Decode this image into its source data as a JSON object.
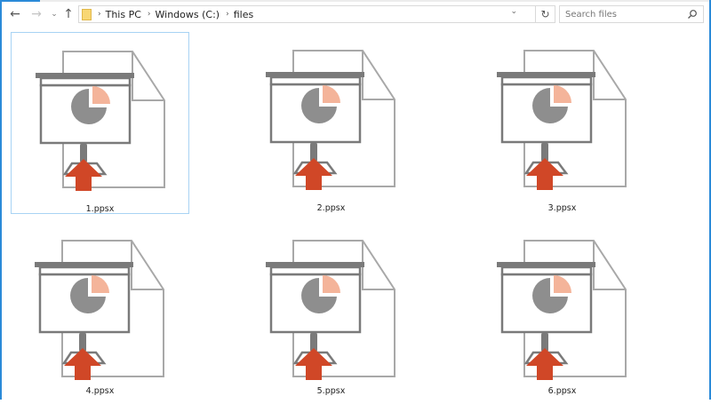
{
  "window": {
    "frame_color": "#2b8ad8"
  },
  "nav": {
    "back_icon": "arrow-left-icon",
    "forward_icon": "arrow-right-icon",
    "recent_icon": "chevron-down-icon",
    "up_icon": "arrow-up-icon",
    "glyphs": {
      "back": "←",
      "forward": "→",
      "recent": "⌄",
      "up": "↑",
      "dropdown": "⌄",
      "refresh": "↻"
    }
  },
  "address_bar": {
    "breadcrumbs": [
      {
        "label": "This PC"
      },
      {
        "label": "Windows (C:)"
      },
      {
        "label": "files"
      }
    ],
    "separator": "›"
  },
  "search": {
    "placeholder": "Search files",
    "value": ""
  },
  "files": [
    {
      "name": "1.ppsx",
      "selected": true
    },
    {
      "name": "2.ppsx",
      "selected": false
    },
    {
      "name": "3.ppsx",
      "selected": false
    },
    {
      "name": "4.ppsx",
      "selected": false
    },
    {
      "name": "5.ppsx",
      "selected": false
    },
    {
      "name": "6.ppsx",
      "selected": false
    }
  ],
  "icon_colors": {
    "outline": "#a8a8a8",
    "board": "#7a7a7a",
    "pie_main": "#8e8e8e",
    "pie_slice": "#f4b49a",
    "arrow": "#d04727"
  }
}
